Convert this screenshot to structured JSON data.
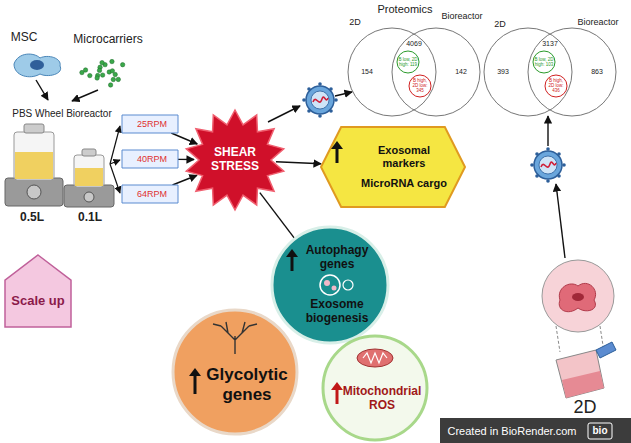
{
  "diagram": {
    "nodes": [
      {
        "text": [
          "25RPM"
        ]
      },
      {
        "text": [
          "40RPM"
        ]
      },
      {
        "text": [
          "64RPM"
        ]
      },
      {
        "text": [
          "SHEAR STRESS"
        ]
      },
      {
        "text": [
          "Exosomal markers",
          "MicroRNA cargo"
        ]
      },
      {
        "text": [
          "Autophagy genes",
          "Exosome biogenesis"
        ]
      },
      {
        "text": [
          "Glycolytic genes"
        ]
      },
      {
        "text": [
          "Mitochondrial ROS"
        ]
      },
      {
        "text": [
          "Scale up"
        ]
      }
    ],
    "edges": [
      {
        "from": 0,
        "to": 3,
        "arrow": "to"
      },
      {
        "from": 1,
        "to": 3,
        "arrow": "to"
      },
      {
        "from": 2,
        "to": 3,
        "arrow": "to"
      },
      {
        "from": 3,
        "to": 4,
        "arrow": "to"
      },
      {
        "from": 3,
        "to": 5,
        "arrow": "none"
      }
    ],
    "labels": [
      "MSC",
      "Microcarriers",
      "PBS Wheel Bioreactor",
      "0.5L",
      "0.1L",
      "Proteomics",
      "2D",
      "Bioreactor",
      "4069",
      "154",
      "B low, 2D high: 119",
      "B high, 2D low: 345",
      "142",
      "2D",
      "Bioreactor",
      "3137",
      "393",
      "B low, 2D high: 103",
      "B high, 2D low: 436",
      "863",
      "2D",
      "Created in BioRender.com",
      "bio"
    ]
  }
}
